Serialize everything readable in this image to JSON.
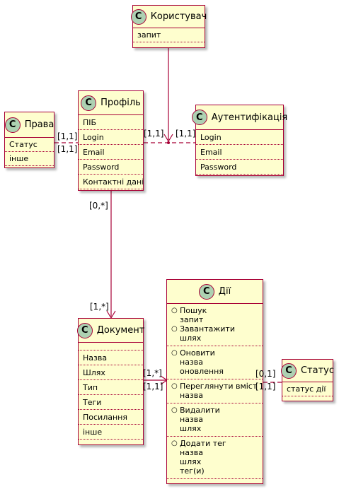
{
  "classes": {
    "korystuvach": {
      "name": "Користувач",
      "fields": [
        "запит"
      ]
    },
    "prava": {
      "name": "Права",
      "fields": [
        "Статус",
        "інше"
      ]
    },
    "profil": {
      "name": "Профіль",
      "fields": [
        "ПІБ",
        "Login",
        "Email",
        "Password",
        "Контактні дані"
      ]
    },
    "autentyfikatsiia": {
      "name": "Аутентифікація",
      "fields": [
        "Login",
        "Email",
        "Password"
      ]
    },
    "dokument": {
      "name": "Документ",
      "fields": [
        "Назва",
        "Шлях",
        "Тип",
        "Теги",
        "Посилання",
        "інше"
      ]
    },
    "dii": {
      "name": "Дії",
      "groups": [
        [
          {
            "method": "Пошук",
            "params": [
              "запит"
            ]
          },
          {
            "method": "Завантажити",
            "params": [
              "шлях"
            ]
          }
        ],
        [
          {
            "method": "Оновити",
            "params": [
              "назва",
              "оновлення"
            ]
          }
        ],
        [
          {
            "method": "Переглянути вміст",
            "params": [
              "назва"
            ]
          }
        ],
        [
          {
            "method": "Видалити",
            "params": [
              "назва",
              "шлях"
            ]
          }
        ],
        [
          {
            "method": "Додати тег",
            "params": [
              "назва",
              "шлях",
              "тег(и)"
            ]
          }
        ]
      ],
      "visibility_symbol": "○"
    },
    "status": {
      "name": "Статус",
      "fields": [
        "статус дії"
      ]
    }
  },
  "class_badge_letter": "C",
  "multiplicities": {
    "prava_profil_left": "[1,1]",
    "prava_profil_right": "[1,1]",
    "profil_auth_left": "[1,1]",
    "profil_auth_right": "[1,1]",
    "profil_doc_top": "[0,*]",
    "profil_doc_bottom": "[1,*]",
    "doc_dii_top": "[1,*]",
    "doc_dii_bottom": "[1,1]",
    "dii_status_top": "[0,1]",
    "dii_status_bottom": "[1,1]"
  },
  "colors": {
    "class_fill": "#fefece",
    "class_border": "#a80036",
    "badge_fill": "#add1b2",
    "edge": "#a80036"
  }
}
